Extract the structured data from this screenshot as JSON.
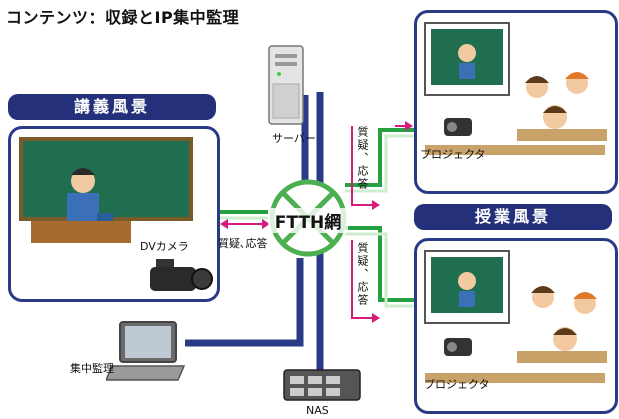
{
  "title": "コンテンツ：収録とIP集中監理",
  "lecture_banner": "講義風景",
  "class_banner": "授業風景",
  "hub_label": "FTTH網",
  "server_label": "サーバー",
  "camera_label": "DVカメラ",
  "monitor_label": "集中監理",
  "nas_label": "NAS",
  "projector_top_label": "プロジェクタ",
  "projector_bottom_label": "プロジェクタ",
  "qa_label": "質疑､応答",
  "qa_top": "質疑、応答",
  "qa_bottom": "質疑、応答",
  "colors": {
    "network": "#2b3a86",
    "link_green": "#26a043",
    "arrow_pink": "#d81b7a",
    "hub_green": "#4caf50"
  }
}
